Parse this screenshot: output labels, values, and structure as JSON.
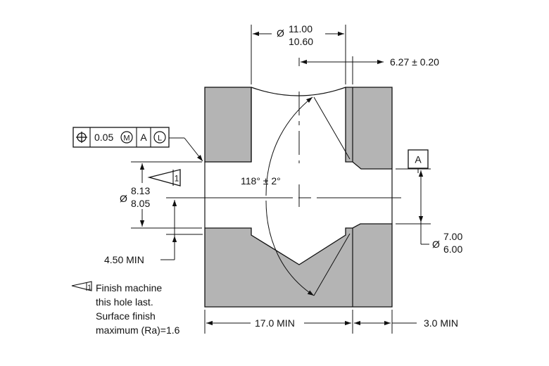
{
  "dimensions": {
    "top_dia_upper": "11.00",
    "top_dia_lower": "10.60",
    "top_dia_symbol": "Ø",
    "offset": "6.27 ± 0.20",
    "bore_dia_symbol": "Ø",
    "bore_dia_upper": "8.13",
    "bore_dia_lower": "8.05",
    "angle": "118° ± 2°",
    "min_depth": "4.50 MIN",
    "right_dia_symbol": "Ø",
    "right_dia_upper": "7.00",
    "right_dia_lower": "6.00",
    "width_min": "17.0 MIN",
    "right_min": "3.0 MIN"
  },
  "feature_control_frame": {
    "symbol": "position",
    "tolerance": "0.05",
    "modifier1": "M",
    "datum": "A",
    "modifier2": "L"
  },
  "datum_label": "A",
  "flag_number": "1",
  "note": {
    "flag_number": "1",
    "lines": [
      "Finish machine",
      "this hole last.",
      "Surface finish",
      "maximum (Ra)=1.6"
    ]
  },
  "colors": {
    "section_fill": "#b4b4b4",
    "line": "#111111"
  }
}
